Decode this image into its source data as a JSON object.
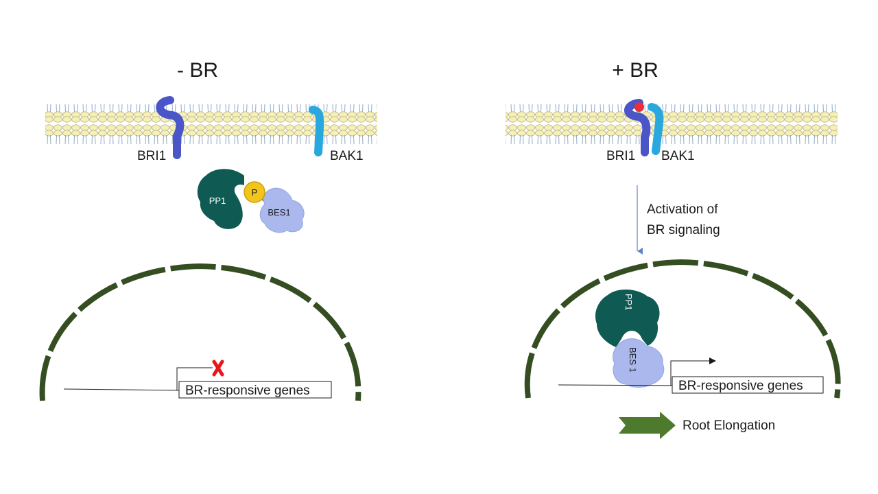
{
  "left_panel": {
    "title": "- BR",
    "receptor_1": "BRI1",
    "receptor_2": "BAK1",
    "phosphatase": "PP1",
    "phosphate": "P",
    "transcription_factor": "BES1",
    "gene_box": "BR-responsive genes"
  },
  "right_panel": {
    "title": "+ BR",
    "receptor_1": "BRI1",
    "receptor_2": "BAK1",
    "arrow_label_line1": "Activation of",
    "arrow_label_line2": "BR signaling",
    "phosphatase": "PP1",
    "transcription_factor": "BES 1",
    "gene_box": "BR-responsive genes",
    "outcome": "Root Elongation"
  },
  "colors": {
    "membrane_head": "#f5f0b8",
    "membrane_outline": "#b9b07a",
    "membrane_tail": "#8fa8c8",
    "bri1": "#4a55c8",
    "bak1": "#29a8e0",
    "pp1": "#0f5a52",
    "bes1": "#aab8ee",
    "phosphate": "#f2c51c",
    "nucleus": "#344e22",
    "outcome_arrow": "#4e7a2e",
    "signal_arrow": "#5b86c8",
    "ligand": "#e6303a",
    "block_mark": "#e8161b"
  }
}
